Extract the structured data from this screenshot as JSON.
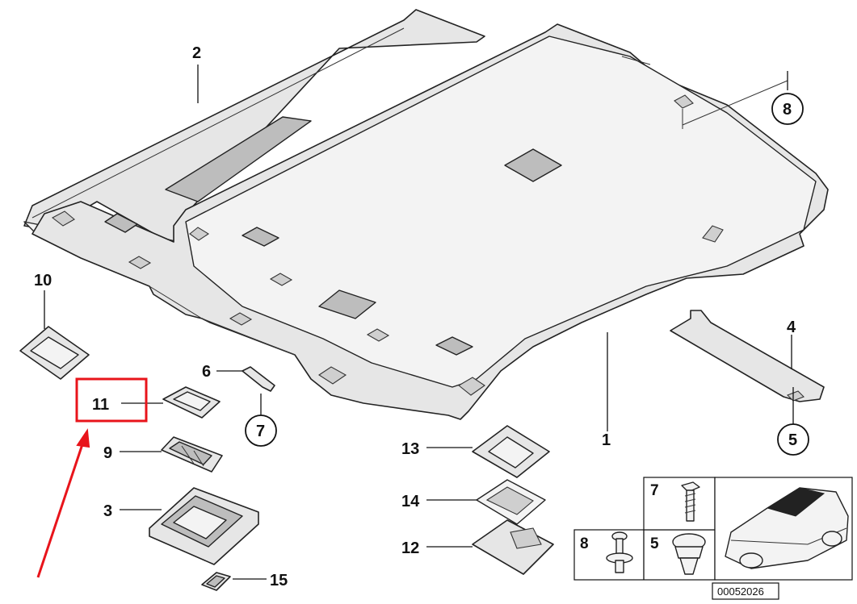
{
  "callouts": {
    "c1": "1",
    "c2": "2",
    "c3": "3",
    "c4": "4",
    "c5": "5",
    "c6": "6",
    "c7": "7",
    "c8": "8",
    "c9": "9",
    "c10": "10",
    "c11": "11",
    "c12": "12",
    "c13": "13",
    "c14": "14",
    "c15": "15"
  },
  "inset_labels": {
    "i7": "7",
    "i8": "8",
    "i5": "5"
  },
  "diagram_code": "00052026",
  "highlight": {
    "target": "11",
    "color": "#e8141b"
  }
}
